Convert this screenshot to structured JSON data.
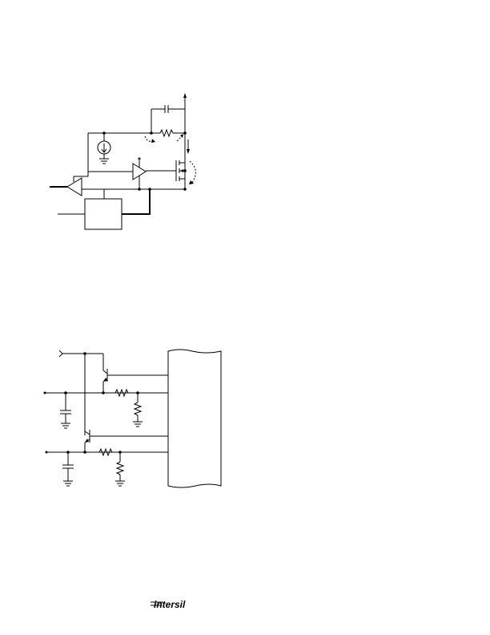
{
  "page": {
    "background": "#ffffff",
    "ink": "#000000"
  },
  "figures": [
    {
      "name": "upper-schematic",
      "blocks": [
        "comparator",
        "driver-amplifier",
        "current-source",
        "mosfet",
        "control-block",
        "sense-resistor",
        "capacitor"
      ]
    },
    {
      "name": "lower-schematic",
      "blocks": [
        "npn-transistor-top",
        "pnp-transistor-bottom",
        "capacitor",
        "resistor",
        "ic-package"
      ]
    }
  ],
  "footer": {
    "logo": "intersil",
    "logo_icon": "intersil-logo"
  }
}
